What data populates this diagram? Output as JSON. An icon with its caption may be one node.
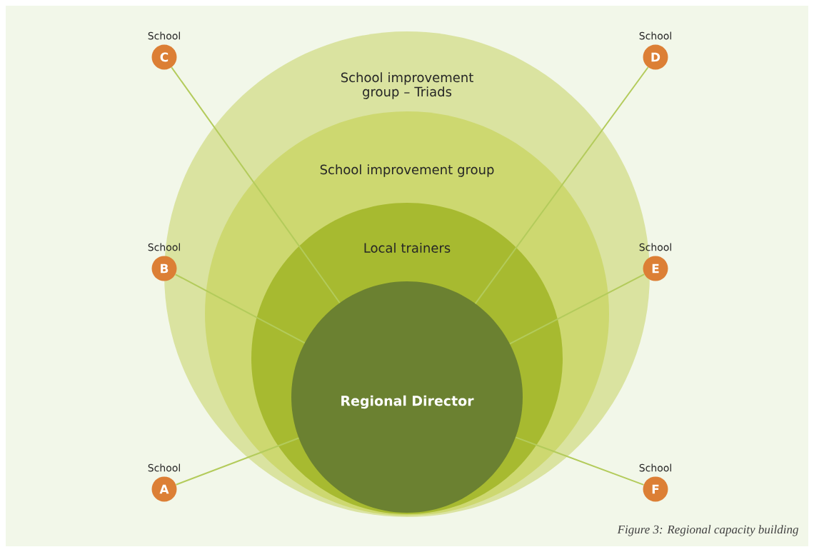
{
  "diagram": {
    "caption": "Figure 3: Regional capacity building",
    "nodes": [
      {
        "text": [
          "School improvement group – Triads"
        ]
      },
      {
        "text": [
          "School improvement group"
        ],
        "in": 0
      },
      {
        "text": [
          "Local trainers"
        ],
        "in": 1
      },
      {
        "text": [
          "Regional Director"
        ],
        "in": 2
      },
      {
        "text": [
          "School",
          "C"
        ]
      },
      {
        "text": [
          "School",
          "D"
        ]
      },
      {
        "text": [
          "School",
          "B"
        ]
      },
      {
        "text": [
          "School",
          "E"
        ]
      },
      {
        "text": [
          "School",
          "A"
        ]
      },
      {
        "text": [
          "School",
          "F"
        ]
      }
    ],
    "edges": [
      {
        "from": 4,
        "to": 3,
        "arrow": "none"
      },
      {
        "from": 5,
        "to": 3,
        "arrow": "none"
      },
      {
        "from": 6,
        "to": 3,
        "arrow": "none"
      },
      {
        "from": 7,
        "to": 3,
        "arrow": "none"
      },
      {
        "from": 8,
        "to": 3,
        "arrow": "none"
      },
      {
        "from": 9,
        "to": 3,
        "arrow": "none"
      }
    ]
  }
}
